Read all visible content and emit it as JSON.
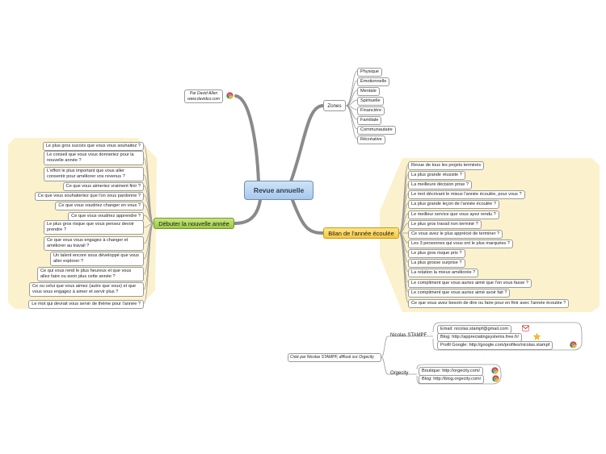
{
  "central": "Revue annuelle",
  "attribution": {
    "line1": "Par David Allen",
    "line2": "www.davidco.com"
  },
  "zones": {
    "label": "Zones",
    "items": [
      "Physique",
      "Émotionnelle",
      "Mentale",
      "Spirituelle",
      "Financière",
      "Familiale",
      "Communautaire",
      "Récréative"
    ]
  },
  "bilan": {
    "label": "Bilan de l'année écoulée",
    "items": [
      "Revue de tous les projets terminés",
      "La plus grande réussite ?",
      "La meilleure décision prise ?",
      "Le mot décrivant le mieux l'année écoulée, pour vous ?",
      "La plus grande leçon de l'année écoulée ?",
      "Le meilleur service que vous ayez rendu ?",
      "Le plus gros travail non terminé ?",
      "Ce vous avez le plus apprécié de terminer ?",
      "Les 3 personnes qui vous ont le plus marquées ?",
      "Le plus gros risque pris ?",
      "La plus grosse surprise ?",
      "La relation la mieux améliorée ?",
      "Le compliment que vous auriez aimé que l'on vous fasse ?",
      "Le compliment que vous auriez aimé avoir fait ?",
      "Ce que vous avez besoin de dire ou faire pour en finir avec l'année écoulée ?"
    ]
  },
  "debuter": {
    "label": "Débuter la nouvelle année",
    "items": [
      "Le plus gros succès que vous vous souhaitez ?",
      "Le conseil que vous vous donneriez pour la nouvelle année ?",
      "L'effort le plus important que vous aller consentir pour améliorer vos revenus ?",
      "Ce que vous aimeriez vraiment finir ?",
      "Ce que vous souhaiteriez que l'on vous pardonne ?",
      "Ce que vous voudriez changer en vous ?",
      "Ce que vous voudriez apprendre ?",
      "Le plus gros risque que vous pensez devoir prendre ?",
      "Ce que vous vous engagez à changer et améliorer au travail ?",
      "Un talent encore sous développé que vous aller explorer ?",
      "Ce qui vous rend le plus heureux et que vous allez faire ou avoir plus cette année ?",
      "Ce ou celui que vous aimez (autre que vous) et que vous vous engagez à aimer et servir plus ?",
      "Le mot qui devrait vous servir de thème pour l'année ?"
    ]
  },
  "credit": {
    "label": "Créé par Nicolas STAMPF, diffusé sur Orgecity",
    "nicolas": {
      "label": "Nicolas STAMPF",
      "items": [
        "Email: nicolas.stampf@gmail.com",
        "Blog: http://appreciatingsystems.free.fr/",
        "Profil Google: http://google.com/profiles/nicolas.stampf"
      ]
    },
    "orgecity": {
      "label": "Orgecity",
      "items": [
        "Boutique: http://orgecity.com/",
        "Blog: http://blog.orgecity.com/"
      ]
    }
  },
  "colors": {
    "trunk": "#8a8a8a",
    "debuter_area": "#fbf1cd",
    "bilan_area": "#fbf1cd",
    "central_fill": "#b9d5f1",
    "debuter_node": "#b5d95e",
    "bilan_node": "#fbd860"
  },
  "icons": [
    "chrome-icon",
    "gmail-icon",
    "blogger-icon"
  ]
}
